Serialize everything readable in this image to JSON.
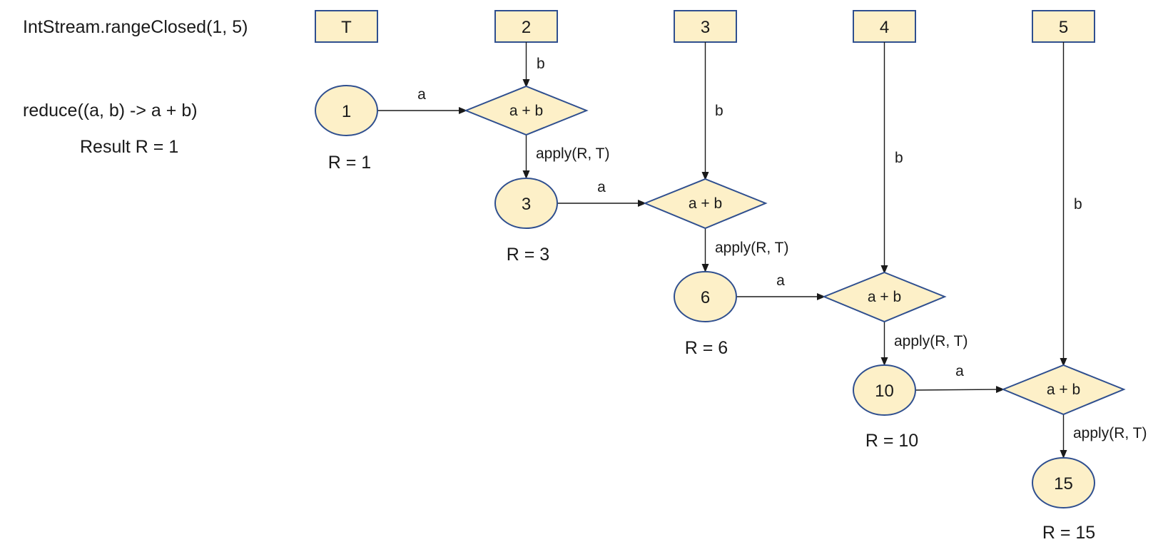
{
  "left": {
    "stream_label": "IntStream.rangeClosed(1, 5)",
    "reduce_label": "reduce((a, b) -> a + b)",
    "result_label": "Result R = 1"
  },
  "top_boxes": [
    "T",
    "2",
    "3",
    "4",
    "5"
  ],
  "operation_label": "a + b",
  "edge_labels": {
    "a": "a",
    "b": "b",
    "apply": "apply(R, T)"
  },
  "results": [
    {
      "node": "1",
      "label": "R = 1"
    },
    {
      "node": "3",
      "label": "R = 3"
    },
    {
      "node": "6",
      "label": "R = 6"
    },
    {
      "node": "10",
      "label": "R = 10"
    },
    {
      "node": "15",
      "label": "R = 15"
    }
  ],
  "colors": {
    "fill": "#fdf0c8",
    "stroke": "#2f4f8f",
    "line": "#1a1a1a"
  }
}
